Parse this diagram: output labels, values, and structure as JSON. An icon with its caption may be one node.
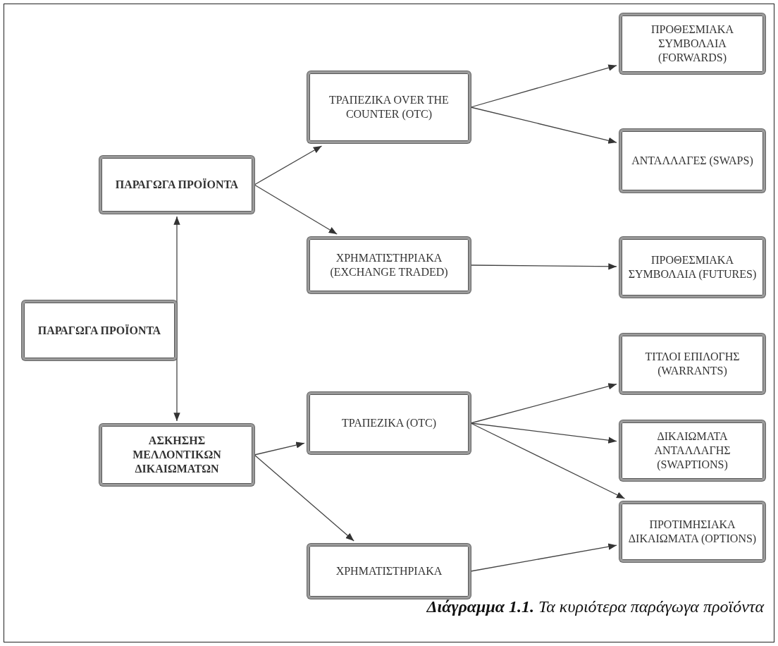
{
  "diagram": {
    "caption": "**Διάγραμμα 1.1.** Τα κυριότερα παράγωγα προϊόντα",
    "nodes": [
      {
        "text": [
          "ΠΑΡΑΓΩΓΑ ΠΡΟΪΟΝΤΑ"
        ]
      },
      {
        "text": [
          "ΠΑΡΑΓΩΓΑ ΠΡΟΪΟΝΤΑ"
        ]
      },
      {
        "text": [
          "ΑΣΚΗΣΗΣ ΜΕΛΛΟΝΤΙΚΩΝ ΔΙΚΑΙΩΜΑΤΩΝ"
        ]
      },
      {
        "text": [
          "ΤΡΑΠΕΖΙΚΑ OVER THE COUNTER (OTC)"
        ]
      },
      {
        "text": [
          "ΧΡΗΜΑΤΙΣΤΗΡΙΑΚΑ (EXCHANGE TRADED)"
        ]
      },
      {
        "text": [
          "ΤΡΑΠΕΖΙΚΑ (OTC)"
        ]
      },
      {
        "text": [
          "ΧΡΗΜΑΤΙΣΤΗΡΙΑΚΑ"
        ]
      },
      {
        "text": [
          "ΠΡΟΘΕΣΜΙΑΚΑ ΣΥΜΒΟΛΑΙΑ (FORWARDS)"
        ]
      },
      {
        "text": [
          "ΑΝΤΑΛΛΑΓΕΣ (SWAPS)"
        ]
      },
      {
        "text": [
          "ΠΡΟΘΕΣΜΙΑΚΑ ΣΥΜΒΟΛΑΙΑ (FUTURES)"
        ]
      },
      {
        "text": [
          "ΤΙΤΛΟΙ ΕΠΙΛΟΓΗΣ (WARRANTS)"
        ]
      },
      {
        "text": [
          "ΔΙΚΑΙΩΜΑΤΑ ΑΝΤΑΛΛΑΓΗΣ (SWAPTIONS)"
        ]
      },
      {
        "text": [
          "ΠΡΟΤΙΜΗΣΙΑΚΑ ΔΙΚΑΙΩΜΑΤΑ (OPTIONS)"
        ]
      }
    ],
    "edges": [
      {
        "from": 0,
        "to": 1,
        "arrow": "to"
      },
      {
        "from": 0,
        "to": 2,
        "arrow": "to"
      },
      {
        "from": 1,
        "to": 3,
        "arrow": "to"
      },
      {
        "from": 1,
        "to": 4,
        "arrow": "to"
      },
      {
        "from": 2,
        "to": 5,
        "arrow": "to"
      },
      {
        "from": 2,
        "to": 6,
        "arrow": "to"
      },
      {
        "from": 3,
        "to": 7,
        "arrow": "to"
      },
      {
        "from": 3,
        "to": 8,
        "arrow": "to"
      },
      {
        "from": 4,
        "to": 9,
        "arrow": "to"
      },
      {
        "from": 5,
        "to": 10,
        "arrow": "to"
      },
      {
        "from": 5,
        "to": 11,
        "arrow": "to"
      },
      {
        "from": 5,
        "to": 12,
        "arrow": "to"
      },
      {
        "from": 6,
        "to": 12,
        "arrow": "to"
      }
    ]
  }
}
